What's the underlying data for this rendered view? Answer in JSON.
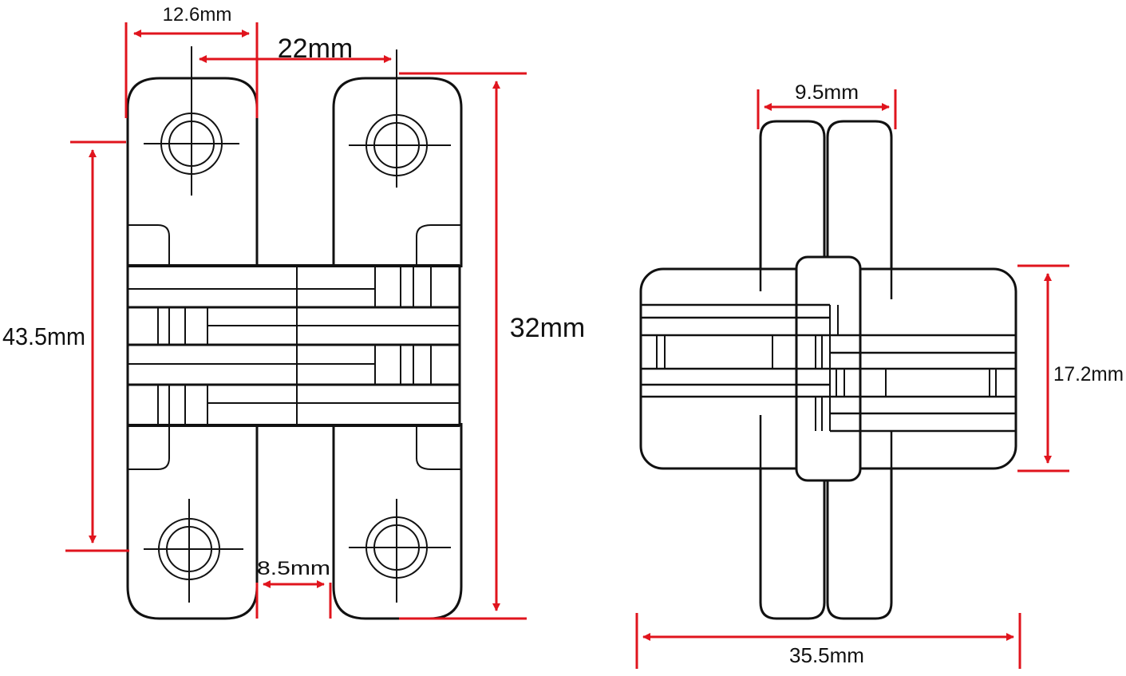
{
  "front_view": {
    "dim_hole_to_edge": "12.6mm",
    "dim_hole_spacing": "22mm",
    "dim_overall_height_left": "43.5mm",
    "dim_overall_height_right": "32mm",
    "dim_gap": "8.5mm"
  },
  "side_view": {
    "dim_leaf_thickness": "9.5mm",
    "dim_body_height": "17.2mm",
    "dim_overall_width": "35.5mm"
  },
  "colors": {
    "dimension_lines": "#e0141d",
    "outline": "#111111"
  }
}
